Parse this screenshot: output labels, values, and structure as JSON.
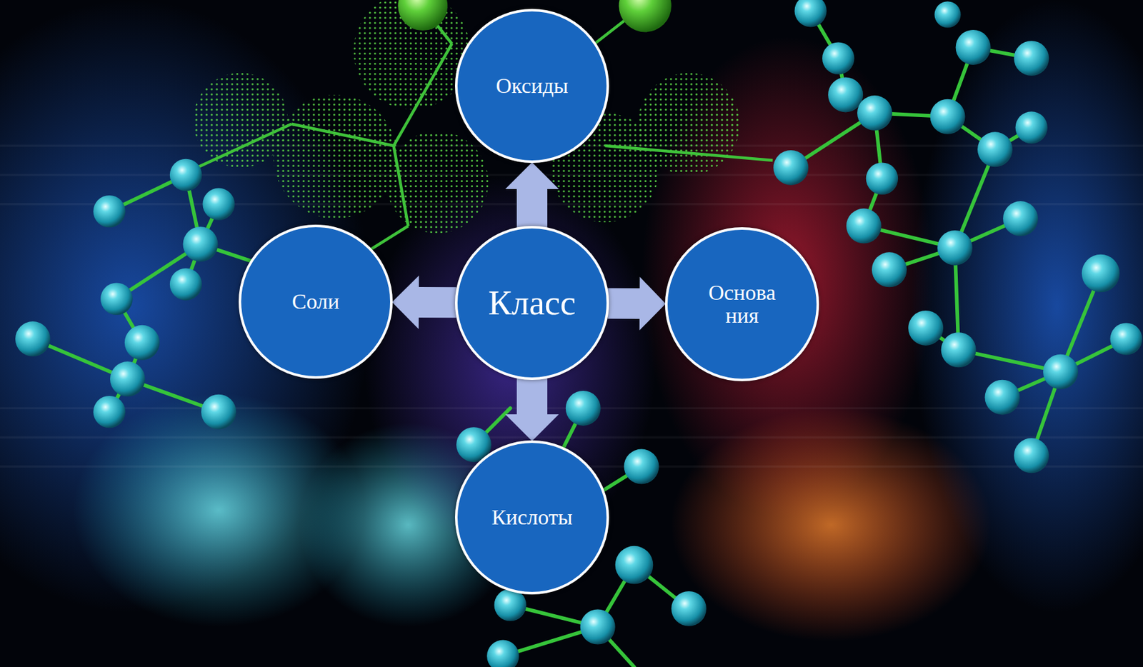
{
  "diagram": {
    "nodes": [
      {
        "text": [
          "Оксиды"
        ]
      },
      {
        "text": [
          "Соли"
        ]
      },
      {
        "text": [
          "Класс"
        ]
      },
      {
        "text": [
          "Основа ния"
        ]
      },
      {
        "text": [
          "Кислоты"
        ]
      }
    ],
    "edges": [
      {
        "from": 2,
        "to": 0,
        "arrow": "to"
      },
      {
        "from": 2,
        "to": 1,
        "arrow": "to"
      },
      {
        "from": 2,
        "to": 3,
        "arrow": "to"
      },
      {
        "from": 2,
        "to": 4,
        "arrow": "to"
      }
    ]
  }
}
